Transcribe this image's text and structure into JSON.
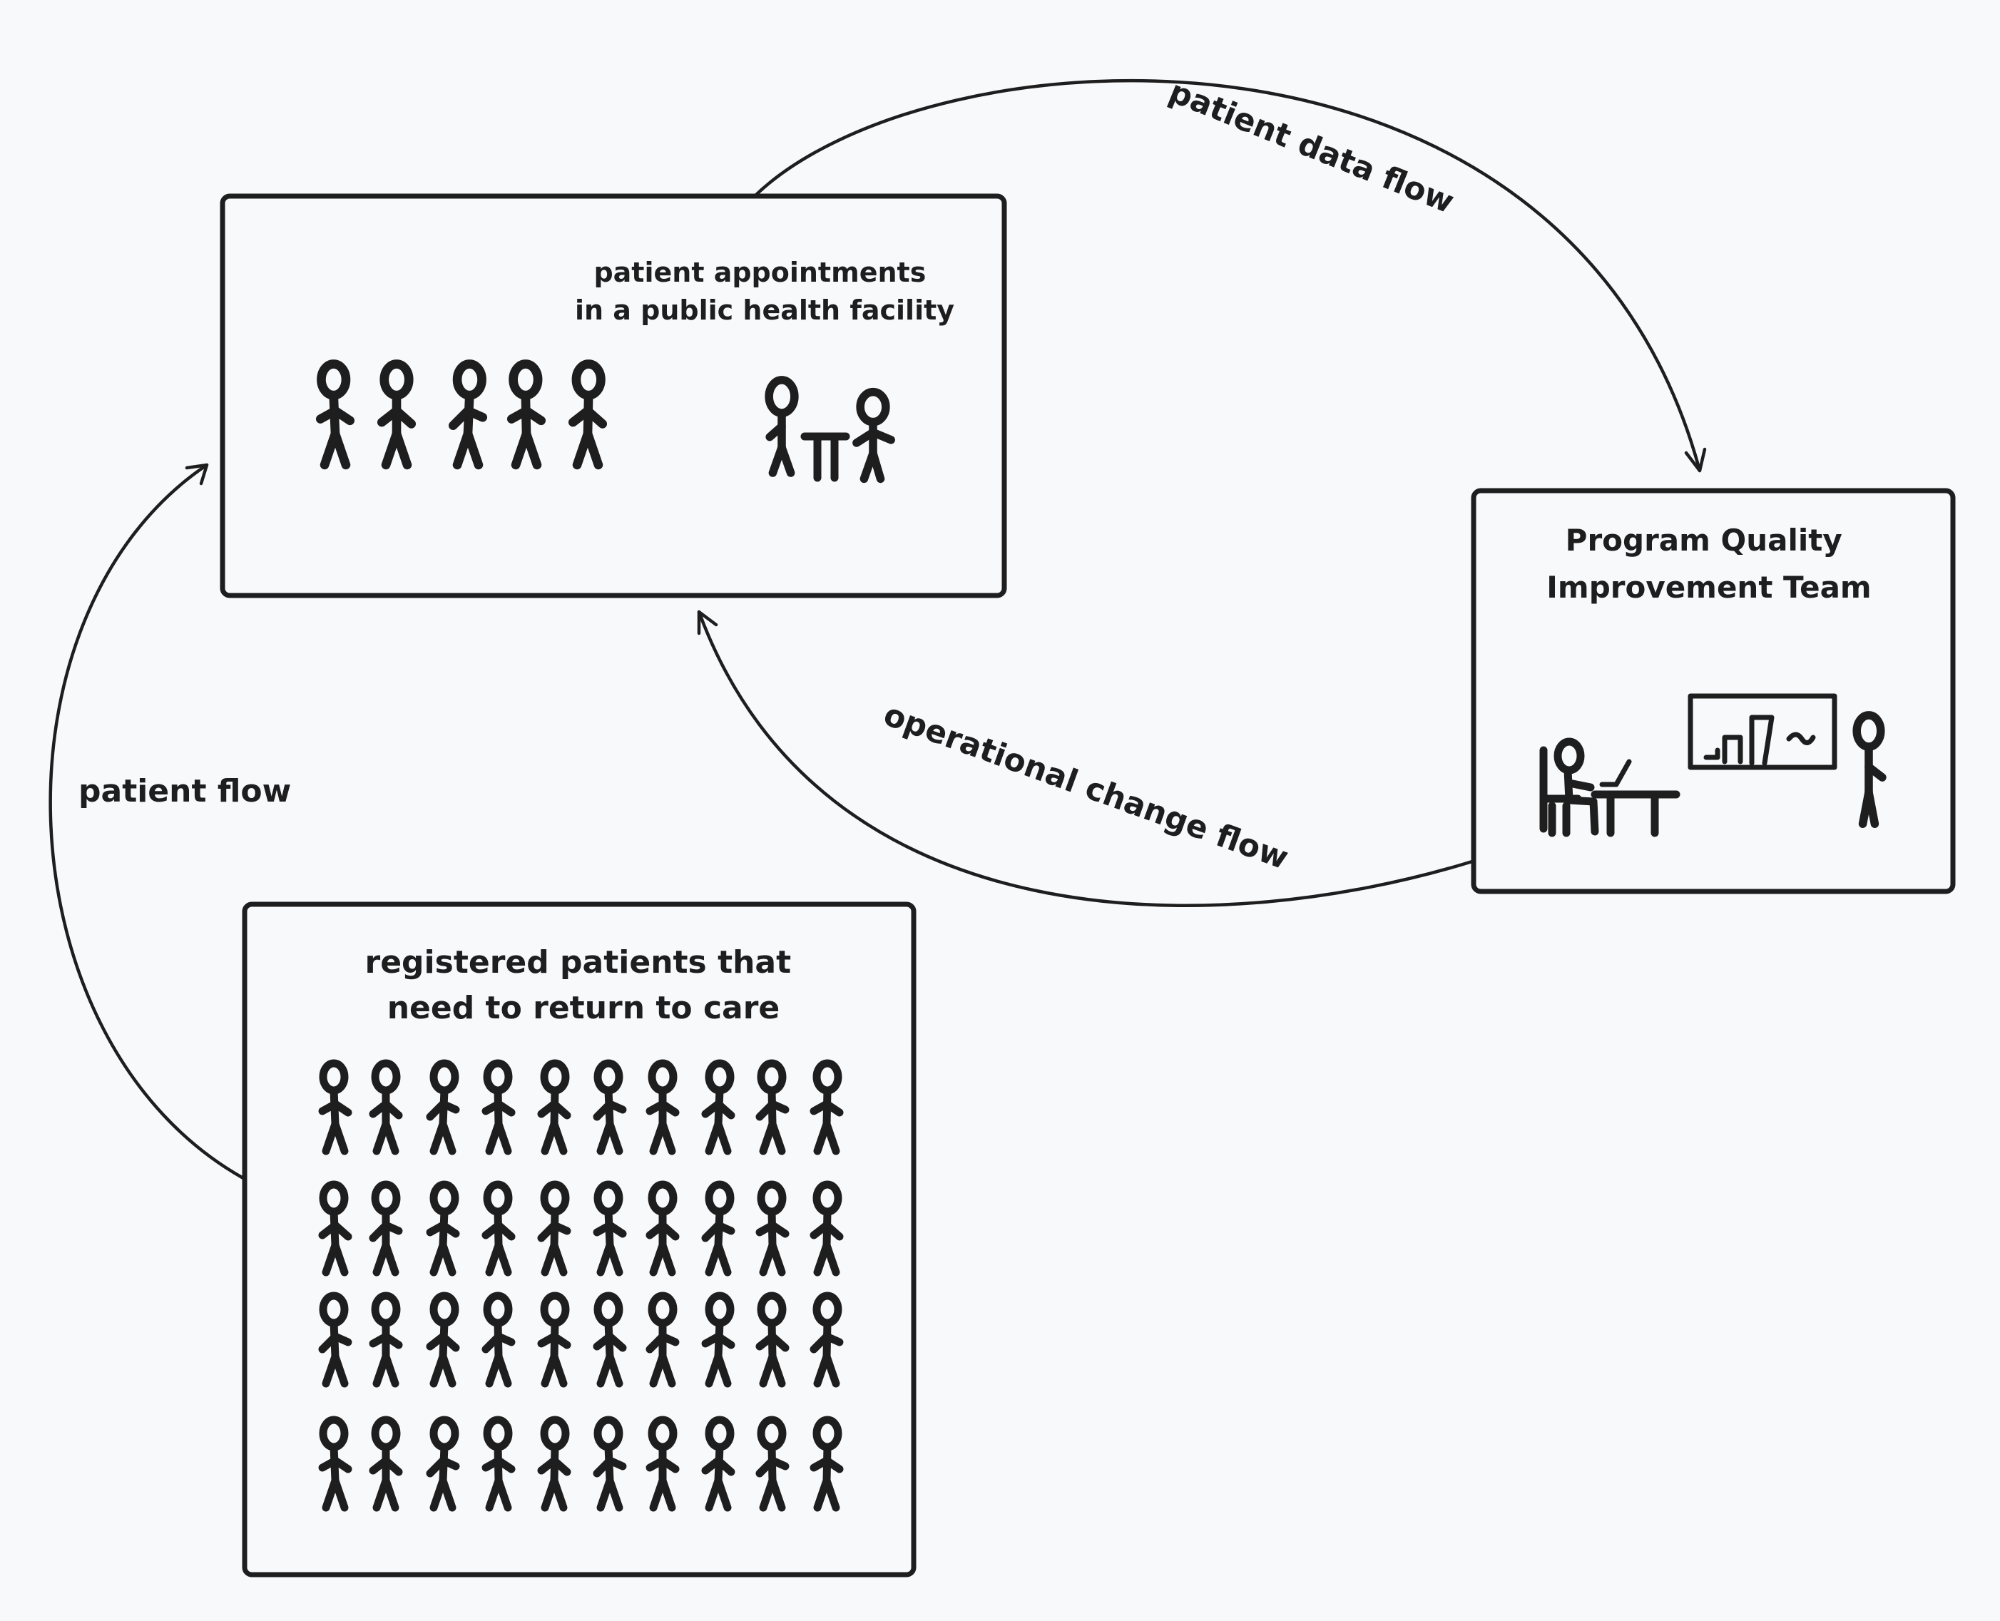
{
  "diagram": {
    "facility_box": {
      "title_line1": "patient appointments",
      "title_line2": "in a public health facility"
    },
    "qi_box": {
      "title_line1": "Program Quality",
      "title_line2": "Improvement Team"
    },
    "registry_box": {
      "title_line1": "registered patients that",
      "title_line2": "need to return to care"
    },
    "flows": {
      "patient_data": "patient data flow",
      "operational_change": "operational change flow",
      "patient": "patient flow"
    }
  }
}
